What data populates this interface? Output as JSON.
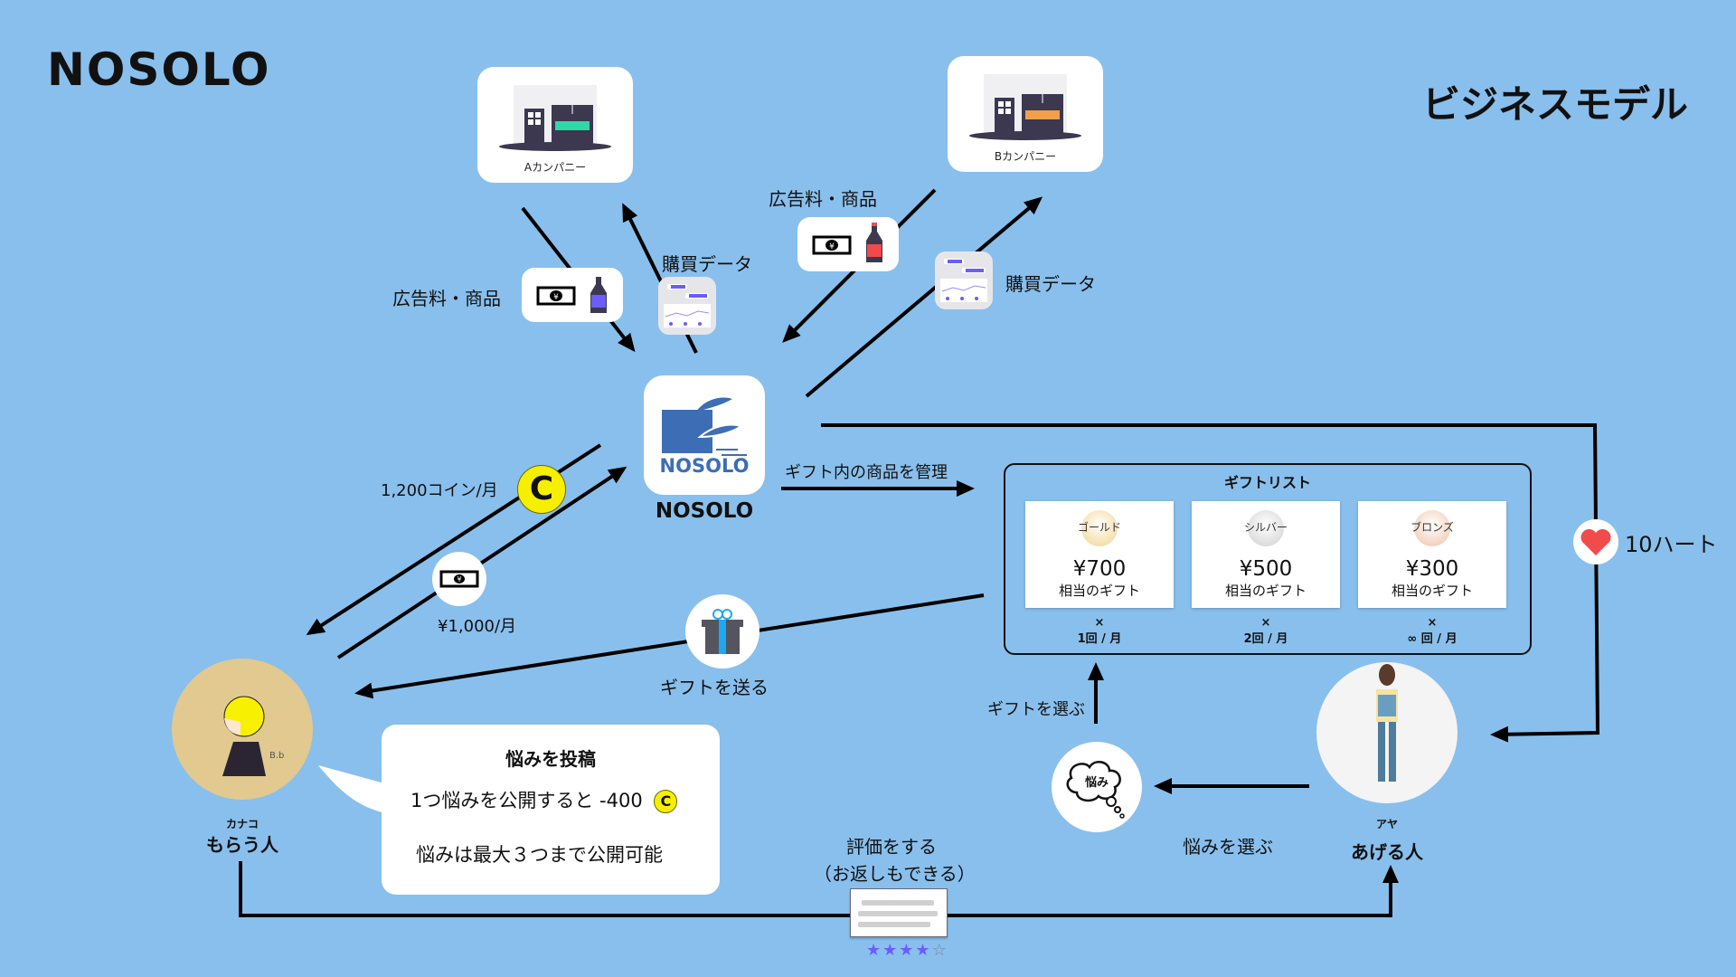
{
  "header": {
    "logo": "NOSOLO",
    "title": "ビジネスモデル"
  },
  "companies": [
    {
      "name": "Aカンパニー",
      "accent": "#2fd9a6"
    },
    {
      "name": "Bカンパニー",
      "accent": "#f0a04b"
    }
  ],
  "flows": {
    "ad_fee_goods_a": "広告料・商品",
    "purchase_data_a": "購買データ",
    "ad_fee_goods_b": "広告料・商品",
    "purchase_data_b": "購買データ",
    "coins_per_month": "1,200コイン/月",
    "yen_per_month": "¥1,000/月",
    "manage_gift_items": "ギフト内の商品を管理",
    "send_gift": "ギフトを送る",
    "hearts": "10ハート",
    "choose_gift": "ギフトを選ぶ",
    "choose_worry": "悩みを選ぶ",
    "rate_line1": "評価をする",
    "rate_line2": "（お返しもできる）"
  },
  "app": {
    "icon_text": "NOSOLO",
    "name": "NOSOLO",
    "brand_color": "#3d6db5"
  },
  "gift_list": {
    "title": "ギフトリスト",
    "tiers": [
      {
        "name": "ゴールド",
        "price": "¥700",
        "sub": "相当のギフト",
        "times": "×",
        "freq": "1回 / 月",
        "color": "#f2d38a"
      },
      {
        "name": "シルバー",
        "price": "¥500",
        "sub": "相当のギフト",
        "times": "×",
        "freq": "2回 / 月",
        "color": "#cfcfcf"
      },
      {
        "name": "ブロンズ",
        "price": "¥300",
        "sub": "相当のギフト",
        "times": "×",
        "freq": "∞ 回 / 月",
        "color": "#efc2a8"
      }
    ]
  },
  "receiver": {
    "name": "カナコ",
    "role": "もらう人",
    "avatar_note": "B.b"
  },
  "giver": {
    "name": "アヤ",
    "role": "あげる人"
  },
  "post_worry": {
    "heading": "悩みを投稿",
    "line1": "1つ悩みを公開すると -400",
    "line2": "悩みは最大３つまで公開可能",
    "coin_symbol": "C"
  },
  "coin_symbol": "C",
  "worry_bubble_text": "悩み",
  "review": {
    "rating": 4,
    "max": 5
  },
  "colors": {
    "background": "#89bfec",
    "coin": "#f7ef00",
    "heart": "#f24b4b",
    "star": "#6b5cff"
  }
}
